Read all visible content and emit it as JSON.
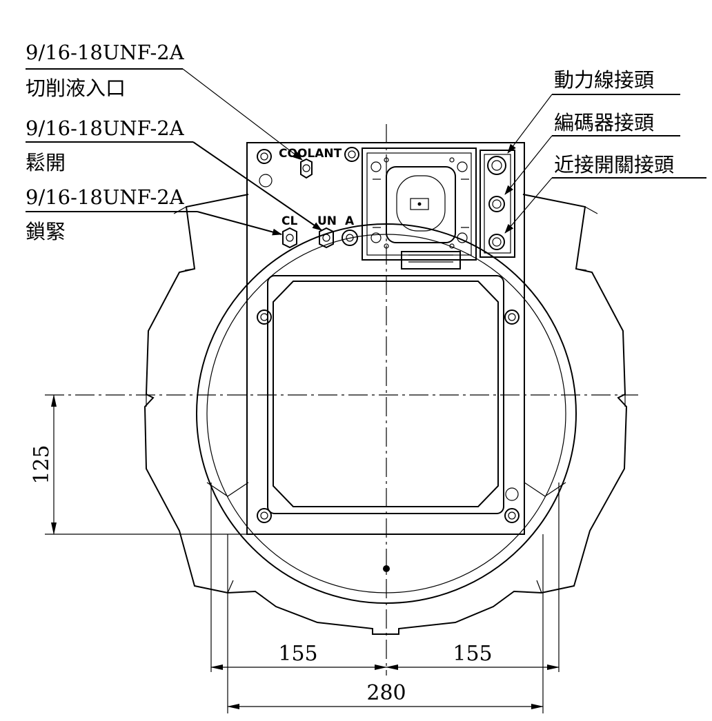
{
  "callouts": {
    "coolant_inlet": {
      "spec": "9/16-18UNF-2A",
      "name": "切削液入口"
    },
    "unclamp": {
      "spec": "9/16-18UNF-2A",
      "name": "鬆開"
    },
    "clamp": {
      "spec": "9/16-18UNF-2A",
      "name": "鎖緊"
    },
    "power_connector": "動力線接頭",
    "encoder_connector": "編碼器接頭",
    "proximity_switch_connector": "近接開關接頭"
  },
  "panel_labels": {
    "coolant": "COOLANT",
    "cl": "CL",
    "un": "UN",
    "a": "A"
  },
  "dimensions": {
    "height_offset": "125",
    "left_half_width": "155",
    "right_half_width": "155",
    "total_width": "280"
  }
}
